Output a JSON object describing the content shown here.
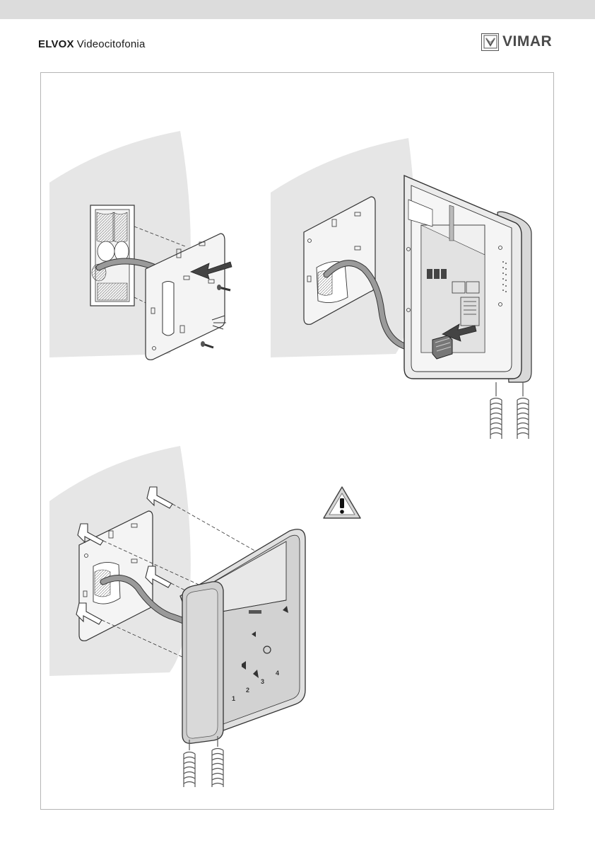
{
  "header": {
    "brand_bold": "ELVOX",
    "brand_regular": "Videocitofonia"
  },
  "logo": {
    "text": "VIMAR",
    "icon": "vimar-shield-icon"
  },
  "figure": {
    "device_labels": [
      "1",
      "2",
      "3",
      "4"
    ]
  },
  "colors": {
    "wall": "#e6e6e6",
    "line": "#333333",
    "top_band": "#dcdcdc",
    "frame": "#b5b5b5"
  }
}
